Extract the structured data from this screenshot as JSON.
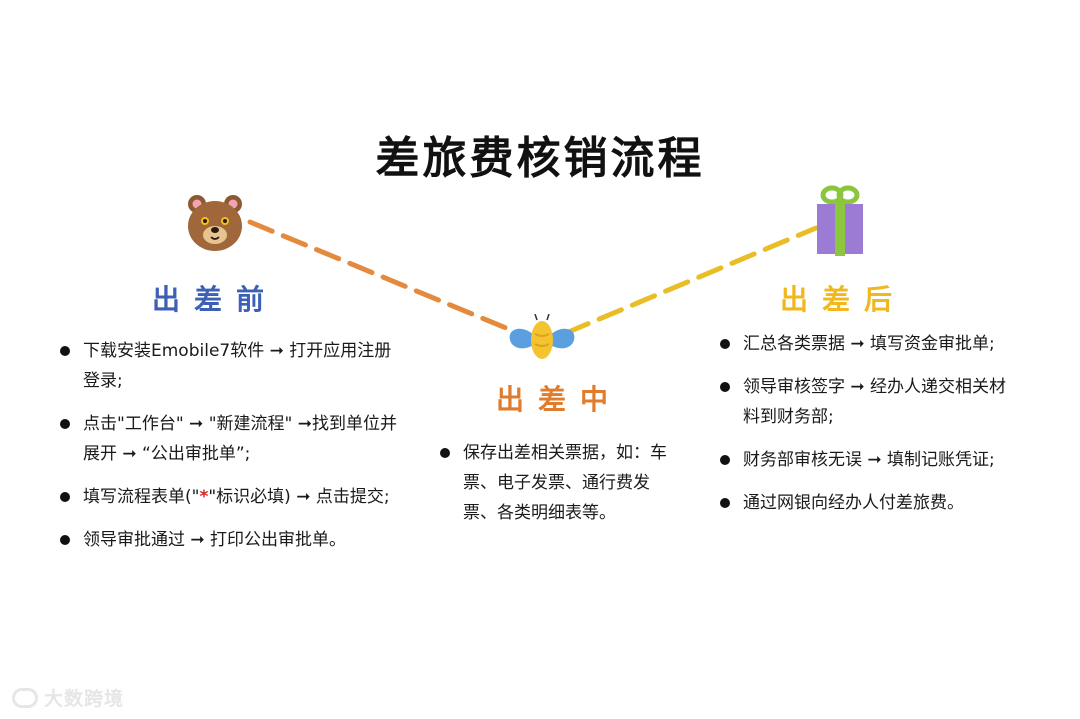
{
  "title": "差旅费核销流程",
  "phases": {
    "before": {
      "title": "出差前",
      "steps": [
        "下载安装Emobile7软件 ➞ 打开应用注册登录;",
        "点击\"工作台\" ➞ \"新建流程\" ➞找到单位并展开 ➞ “公出审批单”;",
        "填写流程表单(\"",
        "*",
        "\"标识必填) ➞ 点击提交;",
        "领导审批通过 ➞ 打印公出审批单。"
      ]
    },
    "during": {
      "title": "出差中",
      "steps": [
        "保存出差相关票据，如：车票、电子发票、通行费发票、各类明细表等。"
      ]
    },
    "after": {
      "title": "出差后",
      "steps": [
        "汇总各类票据 ➞ 填写资金审批单;",
        "领导审核签字 ➞ 经办人递交相关材料到财务部;",
        "财务部审核无误 ➞ 填制记账凭证;",
        "通过网银向经办人付差旅费。"
      ]
    }
  },
  "icons": {
    "before": "bear-icon",
    "during": "butterfly-icon",
    "after": "gift-icon"
  },
  "colors": {
    "before": "#3b60b6",
    "during": "#e07c2c",
    "after": "#f1b71c",
    "required_mark": "#d7261f"
  },
  "watermark": "大数跨境"
}
